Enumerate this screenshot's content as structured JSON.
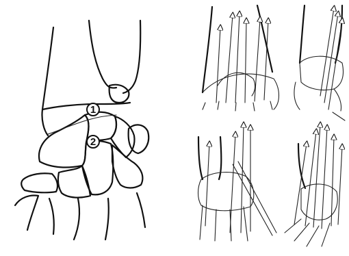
{
  "figure": {
    "markers": [
      {
        "id": "marker-1",
        "text": "1"
      },
      {
        "id": "marker-2",
        "text": "2"
      }
    ],
    "colors": {
      "ink": "#111111",
      "background": "#ffffff",
      "hatch": "#333333"
    },
    "panels": [
      {
        "name": "wrist-overview-drawing"
      },
      {
        "name": "tendons-dorsal-top-left"
      },
      {
        "name": "tendons-lateral-top-right"
      },
      {
        "name": "tendons-dorsal-bottom-left"
      },
      {
        "name": "tendons-lateral-bottom-right"
      }
    ]
  }
}
